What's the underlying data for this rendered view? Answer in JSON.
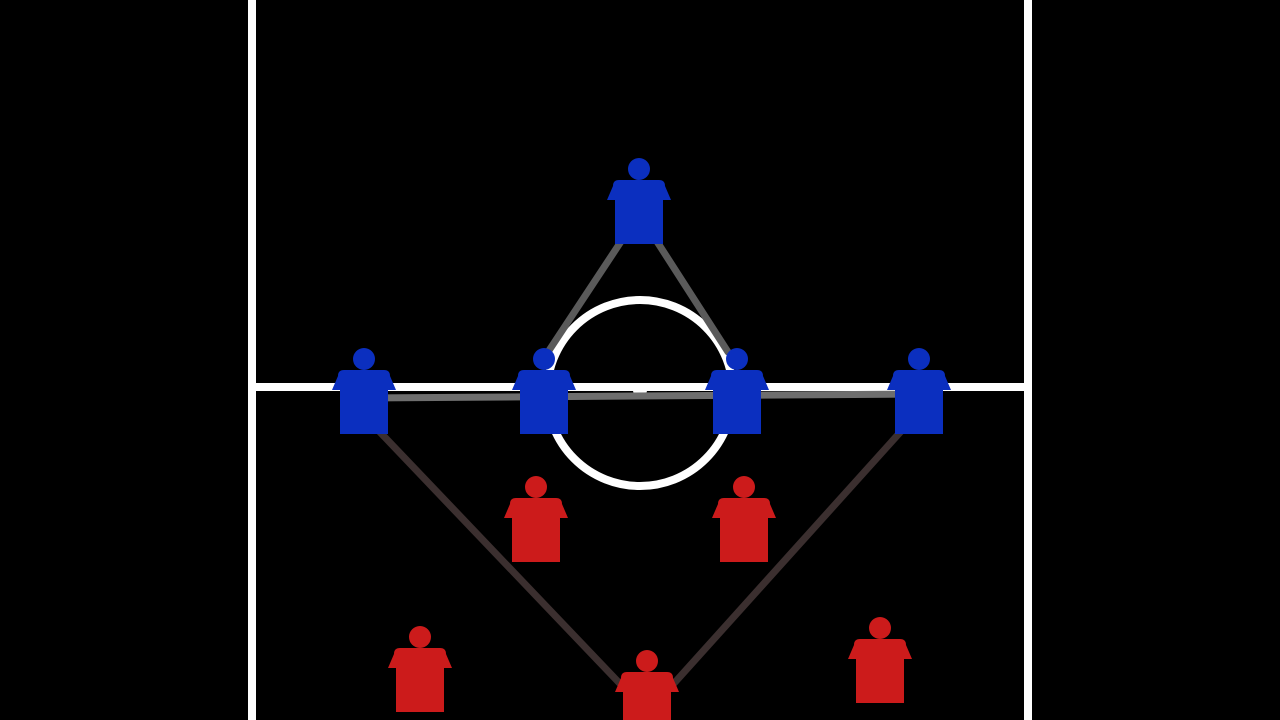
{
  "diagram": {
    "background_color": "#000000",
    "pitch_line_color": "#ffffff",
    "team_blue": {
      "color": "#0b2fbf",
      "icon": "player-icon",
      "players": [
        "striker",
        "left-winger",
        "left-central-midfielder",
        "right-central-midfielder",
        "right-winger"
      ]
    },
    "team_red": {
      "color": "#cc1b1b",
      "icon": "player-icon",
      "players": [
        "left-central-midfielder",
        "right-central-midfielder",
        "left-midfielder",
        "central-midfielder",
        "right-midfielder"
      ]
    },
    "links": [
      {
        "from": "blue-striker",
        "to": "blue-left-central-midfielder",
        "color": "#5a5a5a"
      },
      {
        "from": "blue-striker",
        "to": "blue-right-central-midfielder",
        "color": "#5a5a5a"
      },
      {
        "from": "blue-left-winger",
        "to": "blue-right-winger",
        "color": "#6e6e6e"
      },
      {
        "from": "blue-left-winger",
        "to": "red-central-midfielder",
        "color": "#3b2f2f"
      },
      {
        "from": "blue-right-winger",
        "to": "red-central-midfielder",
        "color": "#3b2f2f"
      }
    ]
  }
}
